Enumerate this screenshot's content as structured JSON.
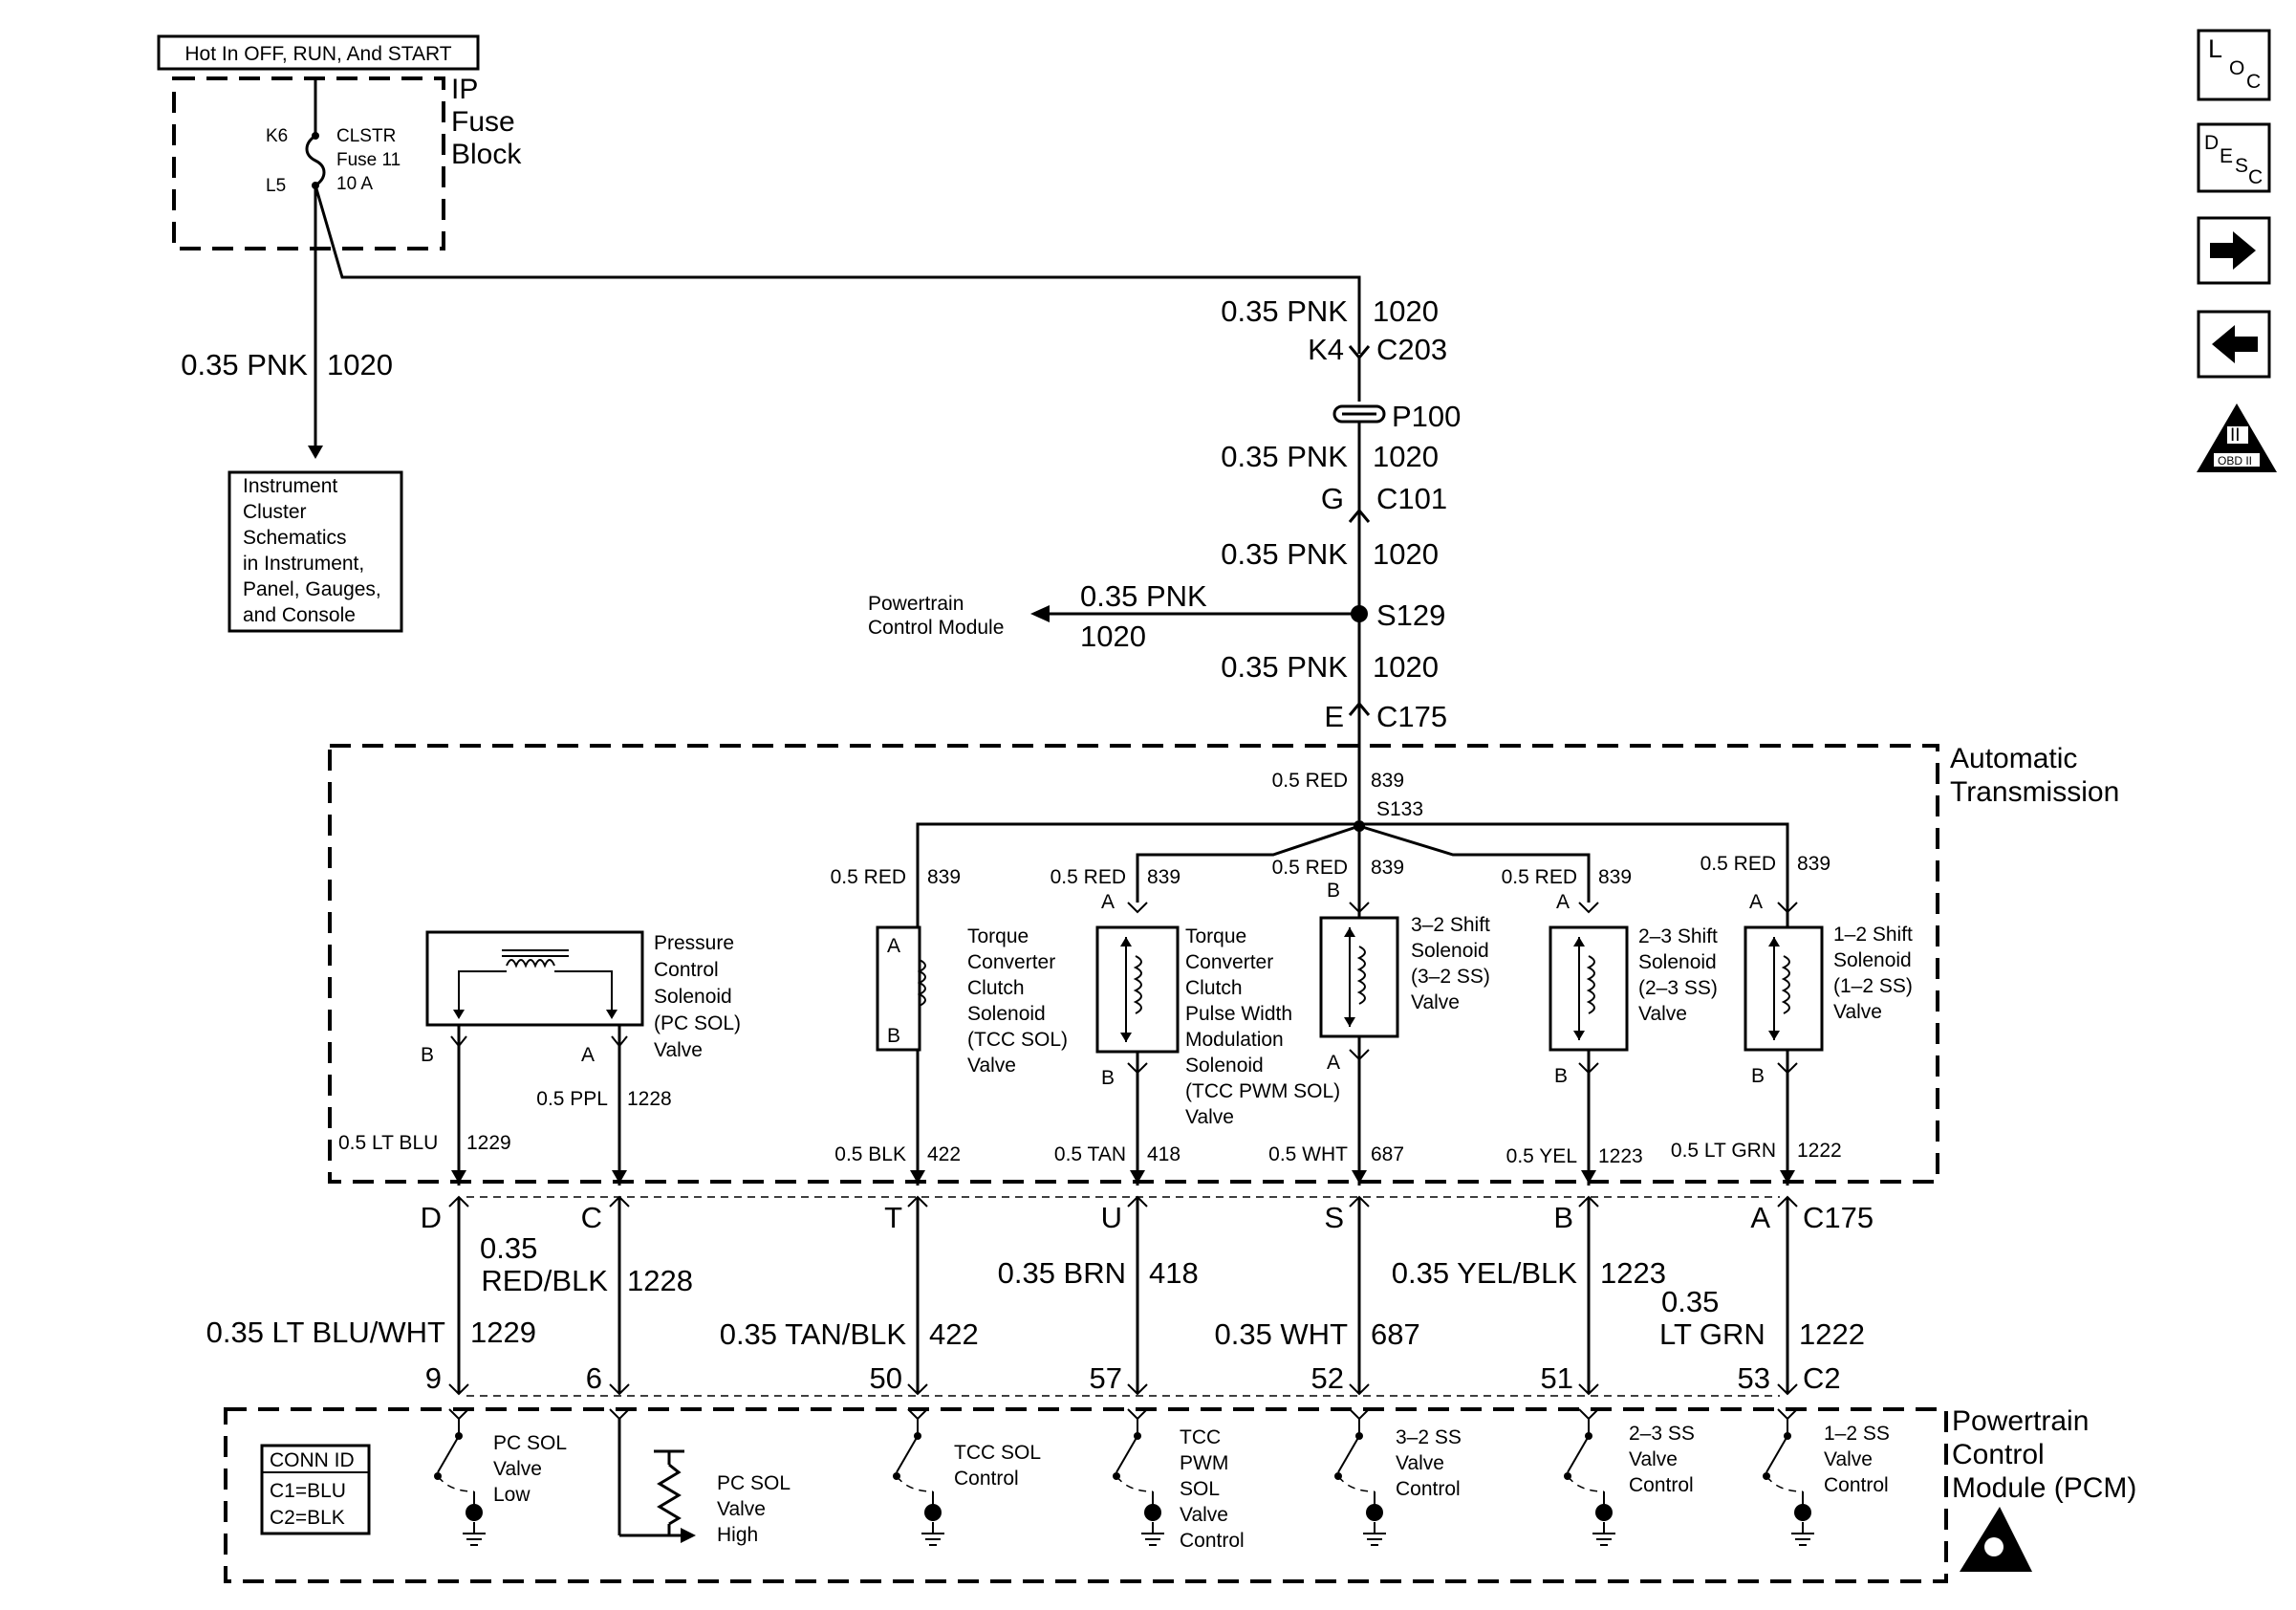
{
  "power": {
    "header": "Hot In OFF, RUN, And START",
    "fuse_block": [
      "IP",
      "Fuse",
      "Block"
    ],
    "fuse_pins": [
      "K6",
      "L5"
    ],
    "fuse": [
      "CLSTR",
      "Fuse 11",
      "10 A"
    ]
  },
  "cluster_wire": {
    "gauge": "0.35 PNK",
    "circuit": "1020"
  },
  "cluster_ref": [
    "Instrument",
    "Cluster",
    "Schematics",
    "in Instrument,",
    "Panel, Gauges,",
    "and Console"
  ],
  "trunk": {
    "w1": {
      "gauge": "0.35 PNK",
      "circuit": "1020"
    },
    "c203": {
      "pin": "K4",
      "name": "C203"
    },
    "p100": "P100",
    "w2": {
      "gauge": "0.35 PNK",
      "circuit": "1020"
    },
    "c101": {
      "pin": "G",
      "name": "C101"
    },
    "w3": {
      "gauge": "0.35 PNK",
      "circuit": "1020"
    },
    "s129": "S129",
    "w4": {
      "gauge": "0.35 PNK",
      "circuit": "1020"
    },
    "c175_top": {
      "pin": "E",
      "name": "C175"
    }
  },
  "pcm_branch": {
    "target": [
      "Powertrain",
      "Control Module"
    ],
    "gauge": "0.35 PNK",
    "circuit": "1020"
  },
  "trans": {
    "title": [
      "Automatic",
      "Transmission"
    ],
    "feed": {
      "gauge": "0.5 RED",
      "circuit": "839",
      "splice": "S133"
    },
    "pc_sol": {
      "name": [
        "Pressure",
        "Control",
        "Solenoid",
        "(PC SOL)",
        "Valve"
      ],
      "pins": [
        "B",
        "A"
      ],
      "wire_b": {
        "gauge": "0.5 LT BLU",
        "circuit": "1229"
      },
      "wire_a": {
        "gauge": "0.5 PPL",
        "circuit": "1228"
      }
    },
    "tcc_sol": {
      "name": [
        "Torque",
        "Converter",
        "Clutch",
        "Solenoid",
        "(TCC SOL)",
        "Valve"
      ],
      "pins": [
        "A",
        "B"
      ],
      "feed": {
        "gauge": "0.5 RED",
        "circuit": "839"
      },
      "out": {
        "gauge": "0.5 BLK",
        "circuit": "422"
      }
    },
    "tcc_pwm": {
      "name": [
        "Torque",
        "Converter",
        "Clutch",
        "Pulse Width",
        "Modulation",
        "Solenoid",
        "(TCC PWM SOL)",
        "Valve"
      ],
      "pins": [
        "A",
        "B"
      ],
      "feed": {
        "gauge": "0.5 RED",
        "circuit": "839"
      },
      "out": {
        "gauge": "0.5 TAN",
        "circuit": "418"
      }
    },
    "ss32": {
      "name": [
        "3–2 Shift",
        "Solenoid",
        "(3–2 SS)",
        "Valve"
      ],
      "pins": [
        "B",
        "A"
      ],
      "feed": {
        "gauge": "0.5 RED",
        "circuit": "839"
      },
      "out": {
        "gauge": "0.5 WHT",
        "circuit": "687"
      }
    },
    "ss23": {
      "name": [
        "2–3 Shift",
        "Solenoid",
        "(2–3 SS)",
        "Valve"
      ],
      "pins": [
        "A",
        "B"
      ],
      "feed": {
        "gauge": "0.5 RED",
        "circuit": "839"
      },
      "out": {
        "gauge": "0.5 YEL",
        "circuit": "1223"
      }
    },
    "ss12": {
      "name": [
        "1–2 Shift",
        "Solenoid",
        "(1–2 SS)",
        "Valve"
      ],
      "pins": [
        "A",
        "B"
      ],
      "feed": {
        "gauge": "0.5 RED",
        "circuit": "839"
      },
      "out": {
        "gauge": "0.5 LT GRN",
        "circuit": "1222"
      }
    }
  },
  "c175": {
    "name": "C175",
    "pins": [
      "D",
      "C",
      "T",
      "U",
      "S",
      "B",
      "A"
    ]
  },
  "harness": [
    {
      "gauge": "0.35 LT BLU/WHT",
      "circuit": "1229"
    },
    {
      "gauge": [
        "0.35",
        "RED/BLK"
      ],
      "circuit": "1228"
    },
    {
      "gauge": "0.35 TAN/BLK",
      "circuit": "422"
    },
    {
      "gauge": "0.35 BRN",
      "circuit": "418"
    },
    {
      "gauge": "0.35 WHT",
      "circuit": "687"
    },
    {
      "gauge": "0.35 YEL/BLK",
      "circuit": "1223"
    },
    {
      "gauge": [
        "0.35",
        "LT GRN"
      ],
      "circuit": "1222"
    }
  ],
  "c2": {
    "name": "C2",
    "pins": [
      "9",
      "6",
      "50",
      "57",
      "52",
      "51",
      "53"
    ]
  },
  "pcm": {
    "title": [
      "Powertrain",
      "Control",
      "Module (PCM)"
    ],
    "conn_id": [
      "CONN ID",
      "C1=BLU",
      "C2=BLK"
    ],
    "drivers": {
      "pc_low": [
        "PC SOL",
        "Valve",
        "Low"
      ],
      "pc_high": [
        "PC SOL",
        "Valve",
        "High"
      ],
      "tcc": [
        "TCC SOL",
        "Control"
      ],
      "tcc_pwm": [
        "TCC",
        "PWM",
        "SOL",
        "Valve",
        "Control"
      ],
      "ss32": [
        "3–2 SS",
        "Valve",
        "Control"
      ],
      "ss23": [
        "2–3 SS",
        "Valve",
        "Control"
      ],
      "ss12": [
        "1–2 SS",
        "Valve",
        "Control"
      ]
    }
  },
  "nav": {
    "loc": [
      "L",
      "O",
      "C"
    ],
    "desc": [
      "D",
      "E",
      "S",
      "C"
    ],
    "obd": [
      "II",
      "OBD II"
    ],
    "icons": [
      "loc-icon",
      "desc-icon",
      "forward-arrow-icon",
      "back-arrow-icon",
      "obd-ii-icon"
    ]
  }
}
